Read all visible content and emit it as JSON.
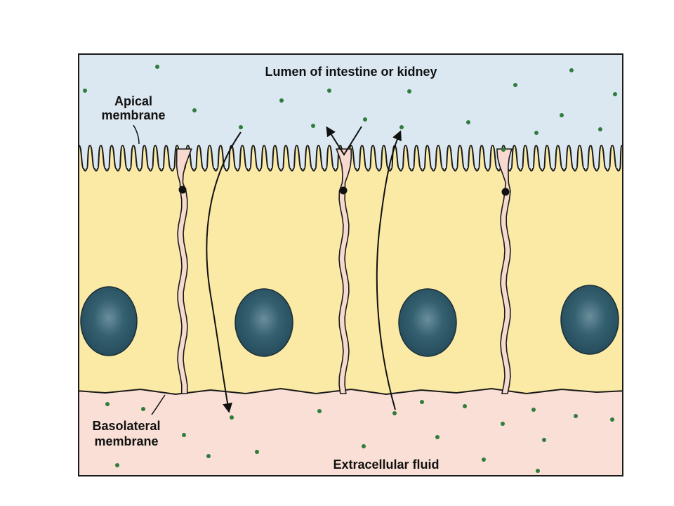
{
  "labels": {
    "lumen": "Lumen of intestine or kidney",
    "apical": [
      "Apical",
      "membrane"
    ],
    "basolateral": [
      "Basolateral",
      "membrane"
    ],
    "extracellular": "Extracellular fluid"
  },
  "colors": {
    "lumen_bg": "#dce8f1",
    "cell_fill": "#fbeaa6",
    "extracellular_bg": "#f9dfd5",
    "intercellular_space": "#f7d9cf",
    "nucleus": "#2c5868",
    "solute_dot": "#2f7d3c",
    "outline": "#1a1a1a"
  },
  "icons": {
    "tight_junction": "black-dot",
    "solute": "green-dot"
  }
}
